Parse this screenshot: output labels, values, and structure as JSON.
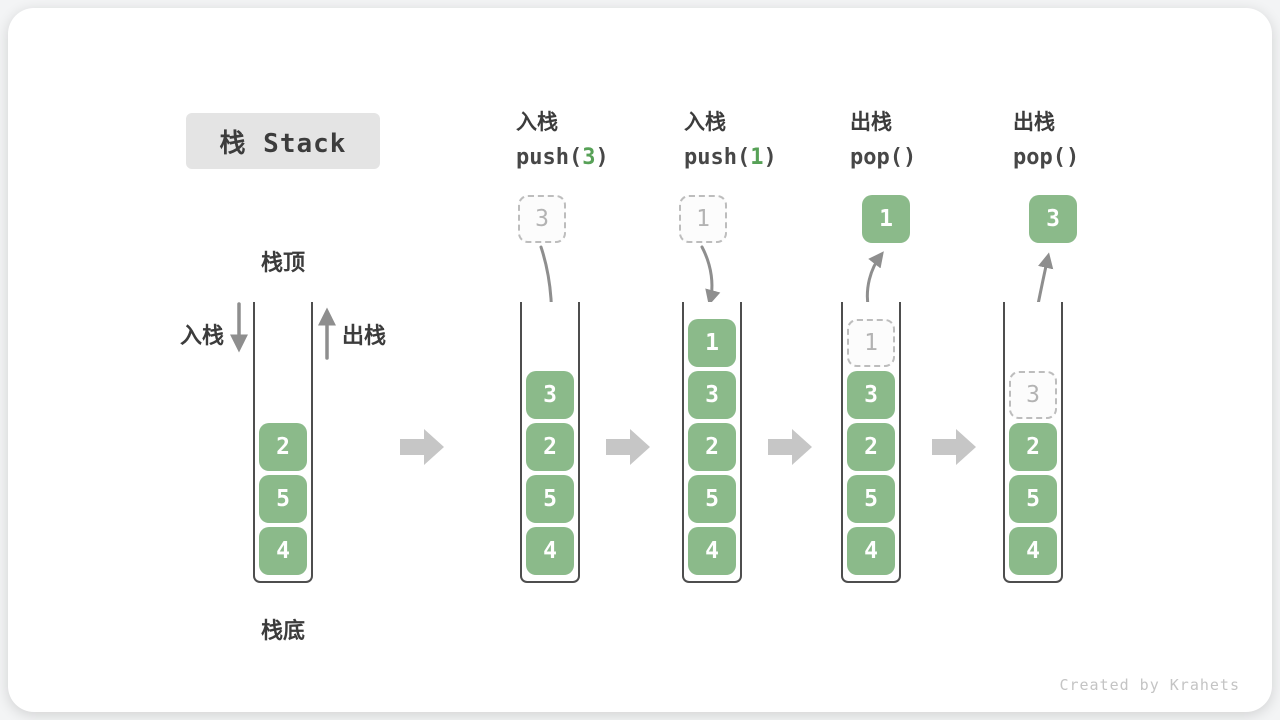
{
  "title": "栈 Stack",
  "watermark": "Created by Krahets",
  "colors": {
    "box_green": "#8bba8a",
    "code_green": "#57a157",
    "title_bg": "#e4e4e4",
    "text_dark": "#3c3c3c",
    "ghost_gray": "#b3b3b3",
    "arrow_gray": "#8e8e8e",
    "block_arrow_gray": "#c6c6c6"
  },
  "first_frame": {
    "top_label": "栈顶",
    "bottom_label": "栈底",
    "push_label": "入栈",
    "pop_label": "出栈"
  },
  "operations": [
    {
      "cjk": "入栈",
      "code_pre": "push(",
      "code_arg": "3",
      "code_post": ")"
    },
    {
      "cjk": "入栈",
      "code_pre": "push(",
      "code_arg": "1",
      "code_post": ")"
    },
    {
      "cjk": "出栈",
      "code_pre": "pop(",
      "code_arg": "",
      "code_post": ")"
    },
    {
      "cjk": "出栈",
      "code_pre": "pop(",
      "code_arg": "",
      "code_post": ")"
    }
  ],
  "frames": [
    {
      "cells": [
        {
          "value": "2"
        },
        {
          "value": "5"
        },
        {
          "value": "4"
        }
      ]
    },
    {
      "floating": {
        "value": "3",
        "style": "ghost"
      },
      "cells": [
        {
          "value": "3"
        },
        {
          "value": "2"
        },
        {
          "value": "5"
        },
        {
          "value": "4"
        }
      ]
    },
    {
      "floating": {
        "value": "1",
        "style": "ghost"
      },
      "cells": [
        {
          "value": "1"
        },
        {
          "value": "3"
        },
        {
          "value": "2"
        },
        {
          "value": "5"
        },
        {
          "value": "4"
        }
      ]
    },
    {
      "floating": {
        "value": "1",
        "style": "solid"
      },
      "cells": [
        {
          "value": "1",
          "ghost": true
        },
        {
          "value": "3"
        },
        {
          "value": "2"
        },
        {
          "value": "5"
        },
        {
          "value": "4"
        }
      ]
    },
    {
      "floating": {
        "value": "3",
        "style": "solid"
      },
      "cells": [
        {
          "value": "3",
          "ghost": true
        },
        {
          "value": "2"
        },
        {
          "value": "5"
        },
        {
          "value": "4"
        }
      ]
    }
  ]
}
